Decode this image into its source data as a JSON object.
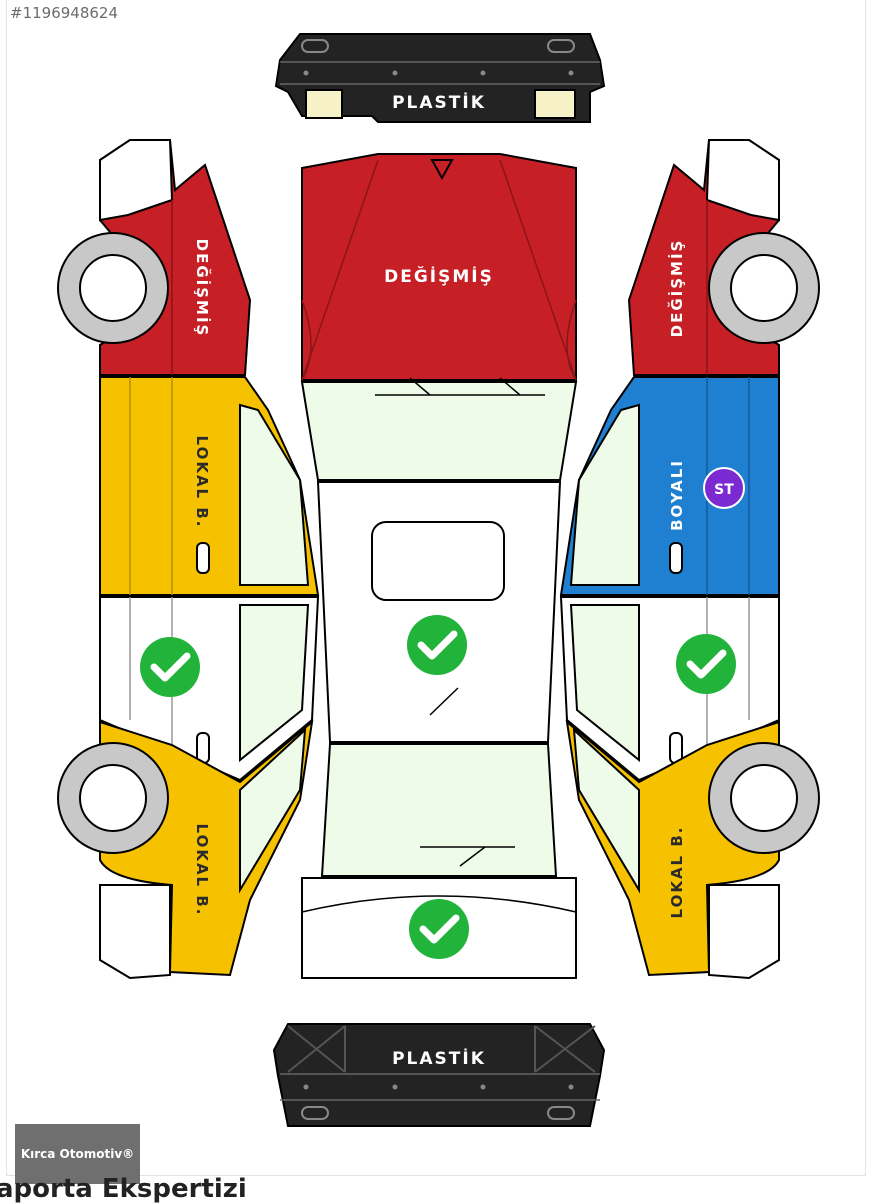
{
  "listing_id": "#1196948624",
  "bumpers": {
    "front": {
      "label": "PLASTİK",
      "status": "plastik"
    },
    "rear": {
      "label": "PLASTİK",
      "status": "plastik"
    }
  },
  "panels": {
    "hood": {
      "label": "DEĞİŞMİŞ",
      "status": "degismis"
    },
    "roof": {
      "status": "original",
      "icon": "check-circle-icon"
    },
    "trunk": {
      "status": "original",
      "icon": "check-circle-icon"
    },
    "left_front_fender": {
      "label": "DEĞİŞMİŞ",
      "status": "degismis"
    },
    "left_front_door": {
      "label": "LOKAL B.",
      "status": "lokal_boyali"
    },
    "left_rear_door": {
      "status": "original",
      "icon": "check-circle-icon"
    },
    "left_rear_fender": {
      "label": "LOKAL B.",
      "status": "lokal_boyali"
    },
    "right_front_fender": {
      "label": "DEĞİŞMİŞ",
      "status": "degismis"
    },
    "right_front_door": {
      "label": "BOYALI",
      "status": "boyali",
      "badge": "ST"
    },
    "right_rear_door": {
      "status": "original",
      "icon": "check-circle-icon"
    },
    "right_rear_fender": {
      "label": "LOKAL B.",
      "status": "lokal_boyali"
    }
  },
  "colors": {
    "degismis": "#c62026",
    "lokal_boyali": "#f6c200",
    "boyali": "#1f7fd0",
    "original": "#ffffff",
    "plastik": "#232323",
    "check": "#22b33a",
    "badge": "#7a2ad0",
    "glass": "#eefbe9"
  },
  "brand_badge": "Kırca Otomotiv®",
  "section_heading": "aporta Ekspertizi"
}
